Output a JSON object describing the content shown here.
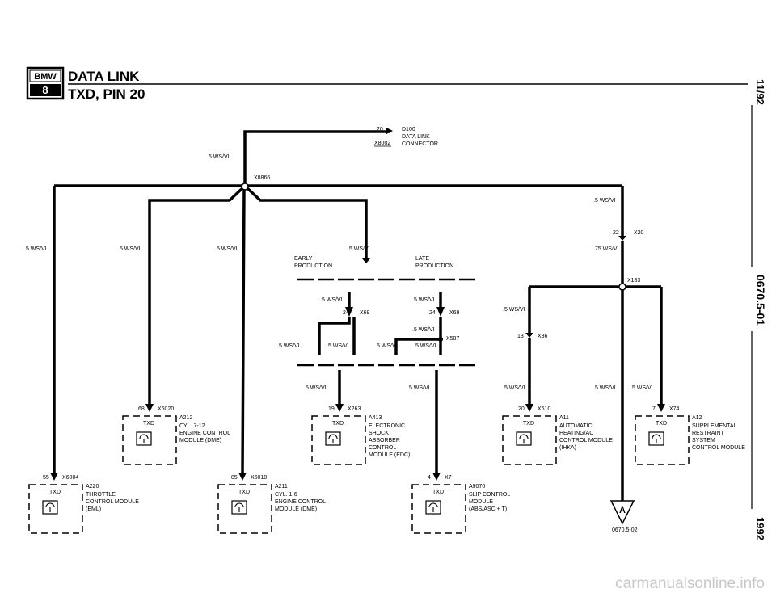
{
  "header": {
    "brand": "BMW",
    "series": "8",
    "title": "DATA LINK",
    "subtitle": "TXD, PIN 20"
  },
  "side": {
    "date": "11/92",
    "doc_number": "0670.5-01",
    "year": "1992"
  },
  "connector": {
    "pin": "20",
    "id": "D100",
    "name_line1": "DATA LINK",
    "name_line2": "CONNECTOR",
    "ref": "X8002"
  },
  "wires": {
    "ws_vi": ".5 WS/VI",
    "ws_vi_075": ".75 WS/VI"
  },
  "splices": {
    "top": "X8866",
    "right": "X183"
  },
  "variants": {
    "early_line1": "EARLY",
    "early_line2": "PRODUCTION",
    "late_line1": "LATE",
    "late_line2": "PRODUCTION"
  },
  "pins": {
    "p24a": "24",
    "x69a": "X69",
    "p24b": "24",
    "x69b": "X69",
    "x587": "X587",
    "p22": "22",
    "x20": "X20",
    "p13": "13",
    "x36": "X36",
    "p68": "68",
    "x6020": "X6020",
    "p19": "19",
    "x263": "X263",
    "p20": "20",
    "x610": "X610",
    "p7": "7",
    "x74": "X74",
    "p55": "55",
    "x6004": "X6004",
    "p85": "85",
    "x6010": "X6010",
    "p4": "4",
    "x7": "X7"
  },
  "modules": {
    "a212": {
      "id": "A212",
      "pin_label": "TXD",
      "lines": [
        "CYL. 7-12",
        "ENGINE CONTROL",
        "MODULE (DME)"
      ]
    },
    "a413": {
      "id": "A413",
      "pin_label": "TXD",
      "lines": [
        "ELECTRONIC",
        "SHOCK",
        "ABSORBER",
        "CONTROL",
        "MODULE (EDC)"
      ]
    },
    "a11": {
      "id": "A11",
      "pin_label": "TXD",
      "lines": [
        "AUTOMATIC",
        "HEATING/AC",
        "CONTROL MODULE",
        "(IHKA)"
      ]
    },
    "a12": {
      "id": "A12",
      "pin_label": "TXD",
      "lines": [
        "SUPPLEMENTAL",
        "RESTRAINT",
        "SYSTEM",
        "CONTROL MODULE"
      ]
    },
    "a220": {
      "id": "A220",
      "pin_label": "TXD",
      "lines": [
        "THROTTLE",
        "CONTROL MODULE",
        "(EML)"
      ]
    },
    "a211": {
      "id": "A211",
      "pin_label": "TXD",
      "lines": [
        "CYL. 1-6",
        "ENGINE CONTROL",
        "MODULE (DME)"
      ]
    },
    "a9070": {
      "id": "A9070",
      "pin_label": "TXD",
      "lines": [
        "SLIP CONTROL",
        "MODULE",
        "(ABS/ASC + T)"
      ]
    }
  },
  "offpage": {
    "letter": "A",
    "ref": "0670.5-02"
  },
  "watermark": "carmanualsonline.info"
}
